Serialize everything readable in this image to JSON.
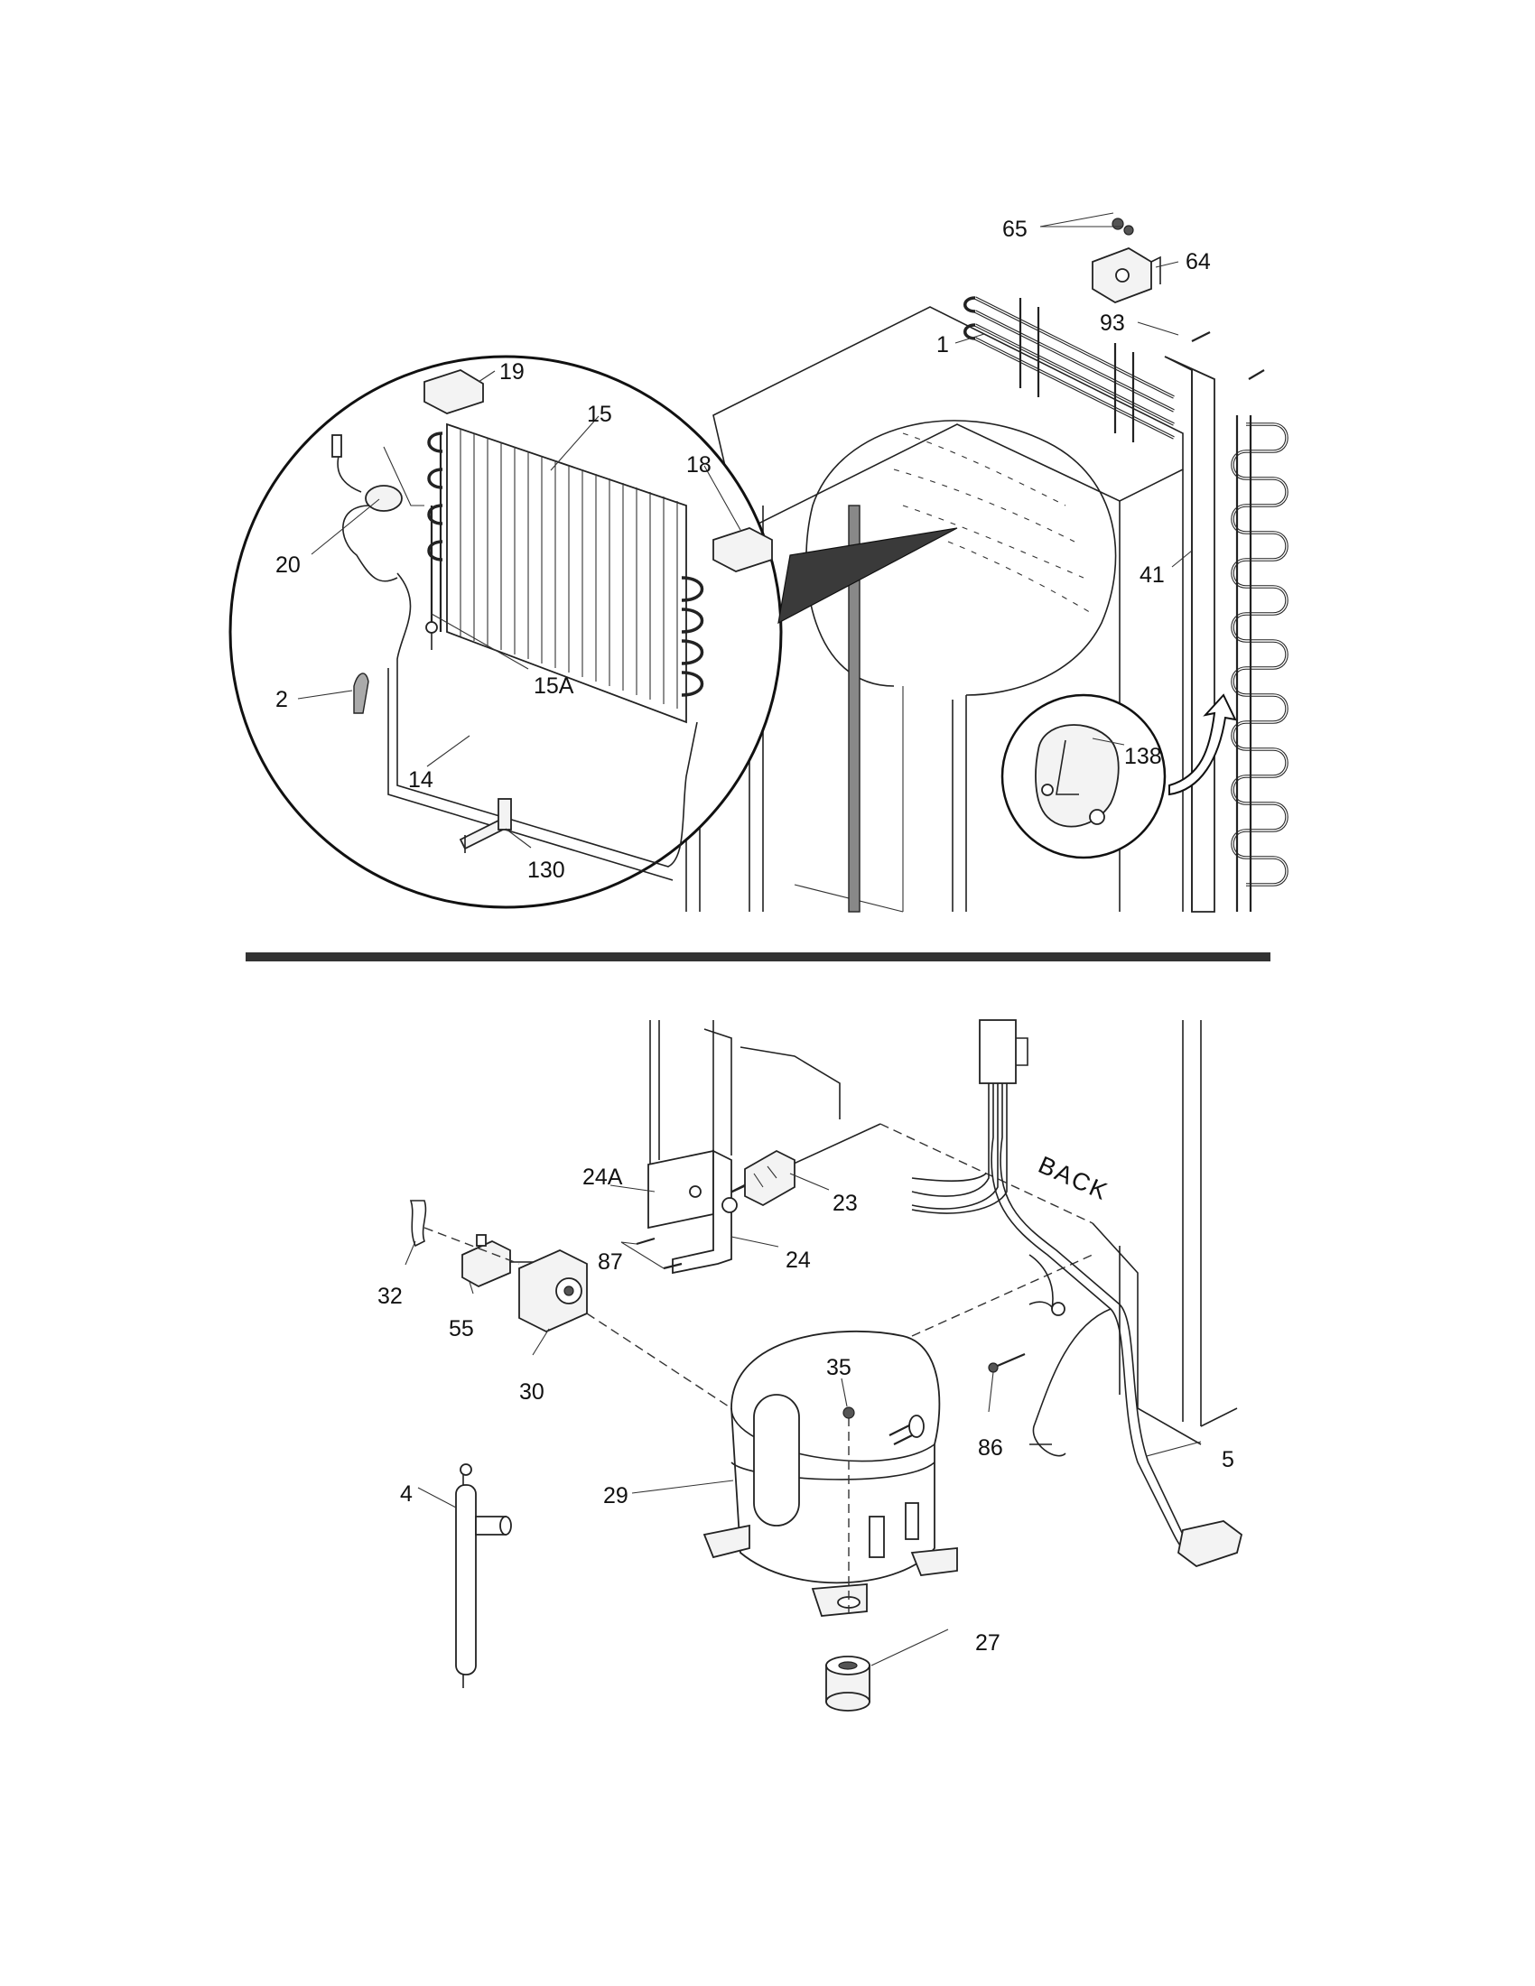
{
  "callouts": {
    "c65": "65",
    "c64": "64",
    "c93": "93",
    "c1": "1",
    "c19": "19",
    "c15": "15",
    "c18": "18",
    "c20": "20",
    "c15A": "15A",
    "c2": "2",
    "c14": "14",
    "c130": "130",
    "c41": "41",
    "c138": "138",
    "c24A": "24A",
    "c23": "23",
    "c87": "87",
    "c24": "24",
    "c32": "32",
    "c55": "55",
    "c30": "30",
    "c35": "35",
    "c86": "86",
    "c5": "5",
    "c4": "4",
    "c29": "29",
    "c27": "27"
  },
  "back_label": "BACK"
}
